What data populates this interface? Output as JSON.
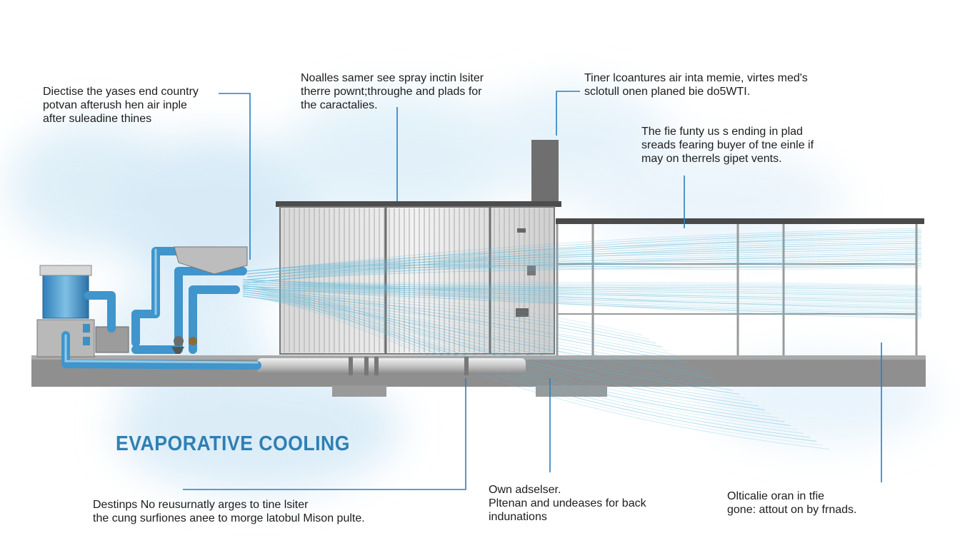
{
  "diagram": {
    "title": "EVAPORATIVE COOLING",
    "callouts": [
      {
        "id": "top-left",
        "lines": [
          "Diectise the yases end country",
          "potvan afterush hen air inple",
          "after suleadine thines"
        ]
      },
      {
        "id": "top-center",
        "lines": [
          "Noalles samer see spray inctin lsiter",
          "therre pownt;throughe and plads for",
          "the caractalies."
        ]
      },
      {
        "id": "top-right",
        "lines": [
          "Tiner lcoantures air inta memie, virtes med's",
          "sclotull onen planed bie do5WTI."
        ]
      },
      {
        "id": "right-mid",
        "lines": [
          "The fie funty us s ending in plad",
          "sreads fearing buyer of tne einle if",
          "may on therrels gipet vents."
        ]
      },
      {
        "id": "bottom-left",
        "lines": [
          "Destinps No reusurnatly arges to tine lsiter",
          "the cung surfiones anee to morge latobul Mison pulte."
        ]
      },
      {
        "id": "bottom-center",
        "lines": [
          "Own adselser.",
          "Pltenan and undeases for back",
          "indunations"
        ]
      },
      {
        "id": "bottom-right",
        "lines": [
          "Olticalie oran in tfie",
          "gone: attout on by frnads."
        ]
      }
    ]
  },
  "colors": {
    "accent": "#2f7fb3",
    "leader": "#2a7fc0",
    "pipe": "#4a9fd4",
    "mist": "#cfe6f5",
    "streams": "#5fb8d6",
    "steel": "#8a8a8a",
    "ground": "#8f8f8f"
  }
}
